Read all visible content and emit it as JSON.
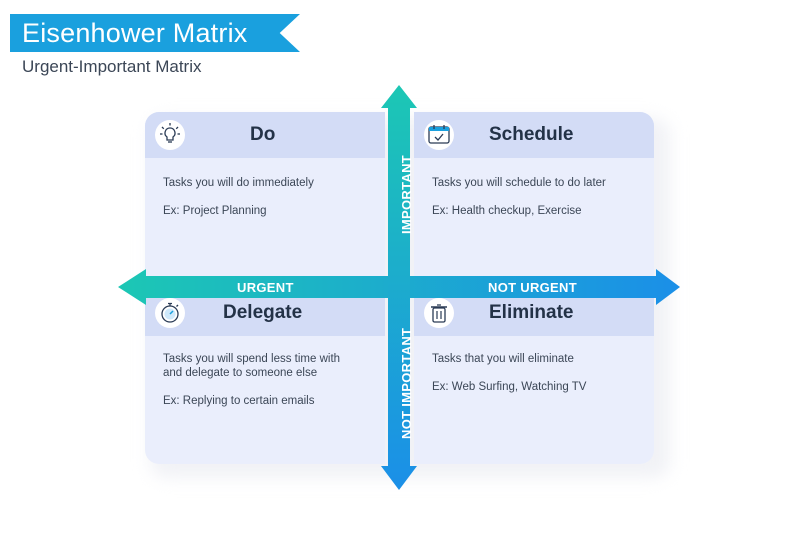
{
  "header": {
    "title": "Eisenhower Matrix",
    "subtitle": "Urgent-Important Matrix"
  },
  "axes": {
    "left": "URGENT",
    "right": "NOT URGENT",
    "top": "IMPORTANT",
    "bottom": "NOT IMPORTANT"
  },
  "quadrants": {
    "do": {
      "title": "Do",
      "icon": "lightbulb-icon",
      "desc": "Tasks you will do immediately",
      "example": "Ex: Project Planning"
    },
    "schedule": {
      "title": "Schedule",
      "icon": "calendar-icon",
      "desc": "Tasks you will schedule to do later",
      "example": "Ex: Health checkup, Exercise"
    },
    "delegate": {
      "title": "Delegate",
      "icon": "stopwatch-icon",
      "desc_line1": "Tasks you will spend less time with",
      "desc_line2": "and delegate to someone else",
      "example": "Ex: Replying to certain emails"
    },
    "eliminate": {
      "title": "Eliminate",
      "icon": "trash-icon",
      "desc": "Tasks that you will eliminate",
      "example": "Ex: Web Surfing, Watching TV"
    }
  },
  "colors": {
    "banner": "#1aa0de",
    "teal": "#1cc7b4",
    "blue": "#1b8fe8",
    "panel": "#eaeefc",
    "panel_header": "#d3dcf6"
  }
}
